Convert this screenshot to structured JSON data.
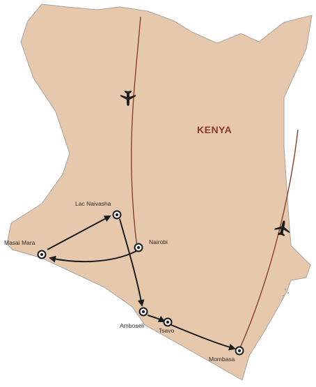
{
  "map": {
    "country_name": "KENYA",
    "colors": {
      "land": "#e6c9ad",
      "border": "#a9a19a",
      "route": "#1c1c1c",
      "flight_path": "#8a3f28",
      "country_label": "#8a3a22",
      "city_marker_fill": "#f2f2f2"
    },
    "cities": [
      {
        "id": "lac-naivasha",
        "label": "Lac Naivasha"
      },
      {
        "id": "masai-mara",
        "label": "Masai Mara"
      },
      {
        "id": "nairobi",
        "label": "Nairobi"
      },
      {
        "id": "amboseli",
        "label": "Amboseli"
      },
      {
        "id": "tsavo",
        "label": "Tsavo"
      },
      {
        "id": "mombasa",
        "label": "Mombasa"
      }
    ],
    "routes": [
      {
        "from": "masai-mara",
        "to": "lac-naivasha",
        "mode": "road"
      },
      {
        "from": "nairobi",
        "to": "masai-mara",
        "mode": "road"
      },
      {
        "from": "lac-naivasha",
        "to": "amboseli",
        "mode": "road"
      },
      {
        "from": "amboseli",
        "to": "tsavo",
        "mode": "road"
      },
      {
        "from": "tsavo",
        "to": "mombasa",
        "mode": "road"
      }
    ],
    "flights": [
      {
        "id": "arrival-nairobi",
        "to": "nairobi",
        "icon": "airplane-icon"
      },
      {
        "id": "departure-mombasa",
        "from": "mombasa",
        "icon": "airplane-icon"
      }
    ]
  }
}
